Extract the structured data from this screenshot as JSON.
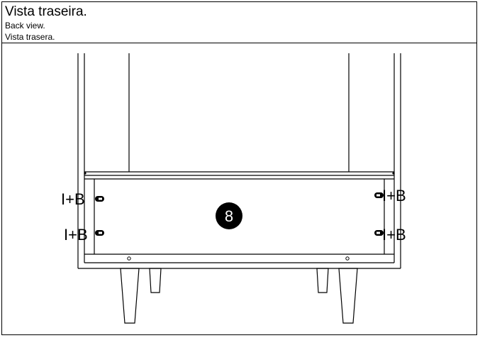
{
  "header": {
    "title": "Vista traseira.",
    "subtitle_en": "Back view.",
    "subtitle_es": "Vista trasera."
  },
  "diagram": {
    "part_number": "8",
    "labels": {
      "left_top": "I+B",
      "left_bottom": "I+B",
      "right_top": "I+B",
      "right_bottom": "I+B"
    }
  }
}
